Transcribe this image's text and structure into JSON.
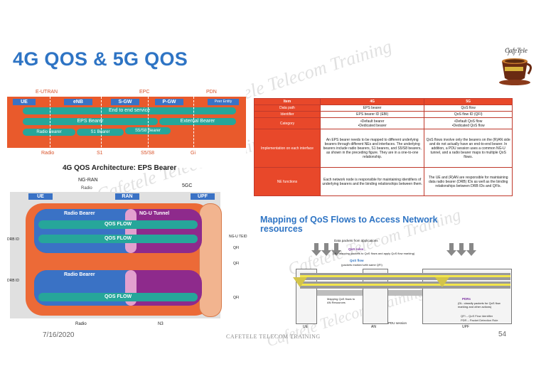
{
  "slide": {
    "title": "4G QOS & 5G QOS",
    "date": "7/16/2020",
    "footer": "CAFETELE TELECOM TRAINING",
    "page": "54",
    "watermark": "Cafetele Telecom Training"
  },
  "diagram4g": {
    "regions": [
      "E-UTRAN",
      "EPC",
      "PDN"
    ],
    "nodes": [
      "UE",
      "eNB",
      "S-GW",
      "P-GW",
      "Peer Entity"
    ],
    "bearers": [
      "End to end service",
      "EPS Bearer",
      "External Bearer",
      "Radio Bearer",
      "S1 Bearer",
      "S5/S8 Bearer"
    ],
    "interfaces": [
      "Radio",
      "S1",
      "S5/S8",
      "Gi"
    ],
    "caption": "4G QOS Architecture: EPS Bearer"
  },
  "diagram5g": {
    "labels": [
      "NG-RAN",
      "5GC",
      "Radio"
    ],
    "nodes": [
      "UE",
      "RAN",
      "UPF"
    ],
    "tunnel": "NG-U Tunnel",
    "radio_bearers": [
      "Radio Bearer",
      "Radio Bearer"
    ],
    "flow": "QOS FLOW",
    "side": [
      "DRB ID",
      "DRB ID"
    ],
    "right": [
      "NG-U TEID",
      "QFI",
      "QFI",
      "QFI"
    ],
    "bottom": [
      "Radio",
      "N3"
    ]
  },
  "table": {
    "headers": [
      "Item",
      "4G",
      "5G"
    ],
    "rows": [
      {
        "label": "Data path",
        "c4g": "EPS bearer",
        "c5g": "QoS flow"
      },
      {
        "label": "Identifier",
        "c4g": "EPS bearer ID (EBI)",
        "c5g": "QoS flow ID (QFI)"
      },
      {
        "label": "Category",
        "c4g": "•Default bearer\n•Dedicated bearer",
        "c5g": "•Default QoS flow\n•Dedicated QoS flow"
      },
      {
        "label": "Implementation on each interface",
        "c4g": "An EPS bearer needs to be mapped to different underlying bearers through different NEs and interfaces. The underlying bearers include radio bearers, S1 bearers, and S5/S8 bearers, as shown in the preceding figure. They are in a one-to-one relationship.",
        "c5g": "QoS flows involve only the bearers on the (R)AN side and do not actually have an end-to-end bearer. In addition, a PDU session uses a common NG-U tunnel, and a radio bearer maps to multiple QoS flows."
      },
      {
        "label": "NE functions",
        "c4g": "Each network node is responsible for maintaining identifiers of underlying bearers and the binding relationships between them.",
        "c5g": "The UE and (R)AN are responsible for maintaining data radio bearer (DRB) IDs as well as the binding relationships between DRB IDs and QFIs."
      }
    ]
  },
  "mapping": {
    "title": "Mapping of QoS Flows to Access Network resources",
    "top_label": "Data packets from applications",
    "qos_rules": "QoS rules",
    "qos_rules_desc": "(UL: mapping packets to QoS flows and apply QoS flow marking)",
    "qos_flow": "QoS flow",
    "qos_flow_desc": "(packets marked with same QFI)",
    "mapping_desc": "Mapping QoS flows to AN Resources",
    "pdrs": "PDRs",
    "pdrs_desc": "(DL: classify packets for QoS flow marking and other actions)",
    "nodes": [
      "UE",
      "AN",
      "UPF"
    ],
    "pdu_session": "PDU session",
    "legend": [
      "QFI – QoS Flow Identifier",
      "PDR – Packet Detection Rule"
    ]
  }
}
